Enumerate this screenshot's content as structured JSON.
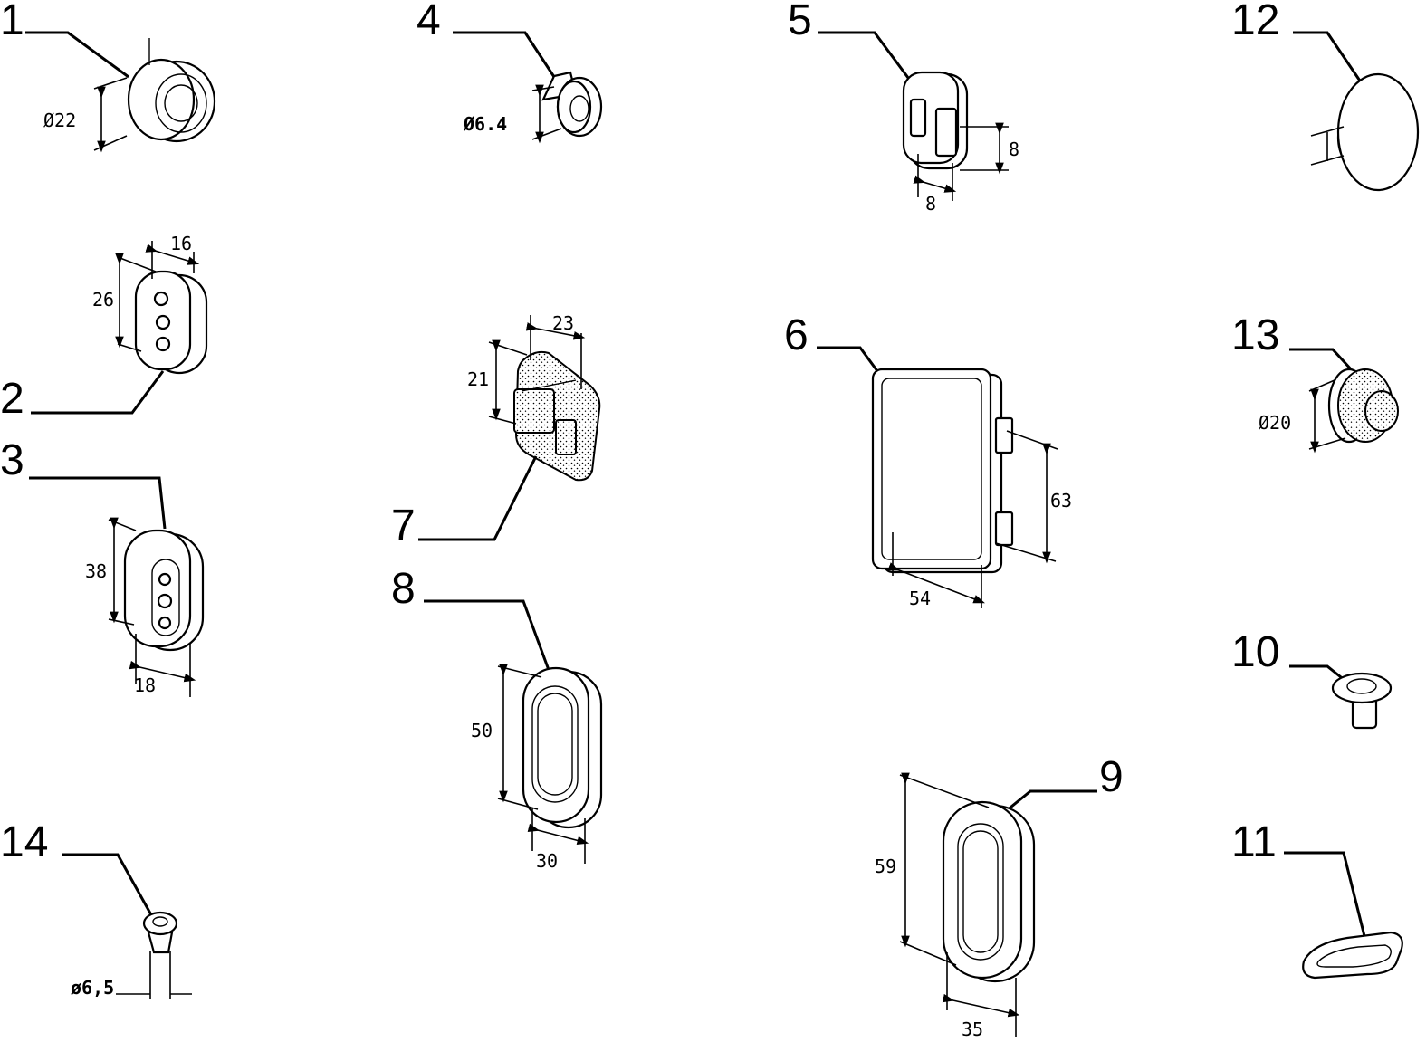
{
  "callouts": [
    "1",
    "2",
    "3",
    "4",
    "5",
    "6",
    "7",
    "8",
    "9",
    "10",
    "11",
    "12",
    "13",
    "14"
  ],
  "dimensions": {
    "p1_diameter": "Ø22",
    "p2_width": "16",
    "p2_height": "26",
    "p3_height": "38",
    "p3_width": "18",
    "p4_diameter": "Ø6.4",
    "p5_height": "8",
    "p5_width": "8",
    "p6_height": "63",
    "p6_width": "54",
    "p7_width": "23",
    "p7_height": "21",
    "p8_height": "50",
    "p8_width": "30",
    "p9_height": "59",
    "p9_width": "35",
    "p13_diameter": "Ø20",
    "p14_diameter": "ø6,5"
  }
}
